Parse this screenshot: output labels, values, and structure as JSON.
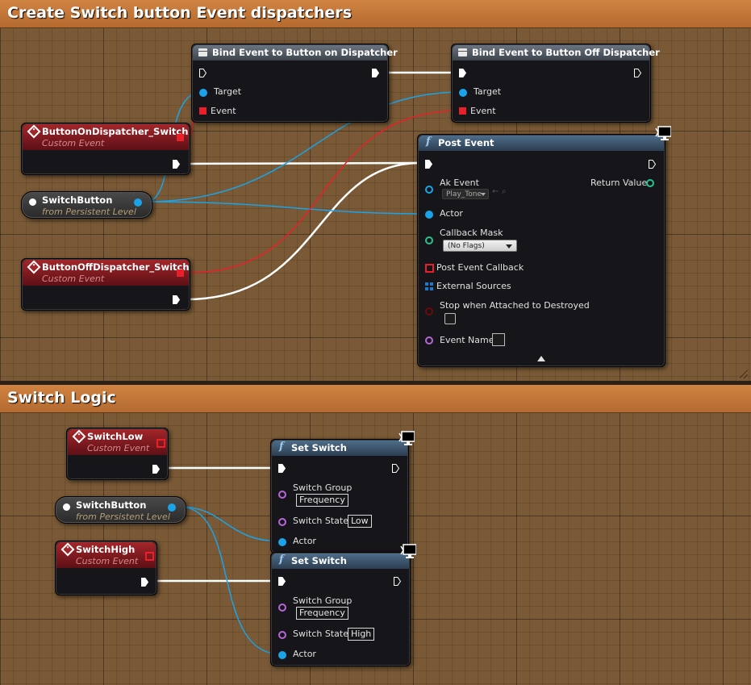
{
  "comments": [
    {
      "title": "Create Switch button Event dispatchers"
    },
    {
      "title": "Switch Logic"
    }
  ],
  "nodes": {
    "bind_on": {
      "title": "Bind Event to Button on Dispatcher",
      "target_label": "Target",
      "event_label": "Event"
    },
    "bind_off": {
      "title": "Bind Event to Button Off Dispatcher",
      "target_label": "Target",
      "event_label": "Event"
    },
    "event_on": {
      "title": "ButtonOnDispatcher_Switch",
      "subtitle": "Custom Event"
    },
    "event_off": {
      "title": "ButtonOffDispatcher_Switch",
      "subtitle": "Custom Event"
    },
    "get_switch_1": {
      "title": "SwitchButton",
      "subtitle": "from Persistent Level"
    },
    "post_event": {
      "title": "Post Event",
      "ak_event_label": "Ak Event",
      "ak_event_value": "Play_Tone",
      "return_value_label": "Return Value",
      "actor_label": "Actor",
      "callback_mask_label": "Callback Mask",
      "callback_mask_value": "(No Flags)",
      "post_event_callback_label": "Post Event Callback",
      "external_sources_label": "External Sources",
      "stop_label": "Stop when Attached to Destroyed",
      "event_name_label": "Event Name"
    },
    "switch_low": {
      "title": "SwitchLow",
      "subtitle": "Custom Event"
    },
    "switch_high": {
      "title": "SwitchHigh",
      "subtitle": "Custom Event"
    },
    "get_switch_2": {
      "title": "SwitchButton",
      "subtitle": "from Persistent Level"
    },
    "set_switch_1": {
      "title": "Set Switch",
      "group_label": "Switch Group",
      "group_value": "Frequency",
      "state_label": "Switch State",
      "state_value": "Low",
      "actor_label": "Actor"
    },
    "set_switch_2": {
      "title": "Set Switch",
      "group_label": "Switch Group",
      "group_value": "Frequency",
      "state_label": "Switch State",
      "state_value": "High",
      "actor_label": "Actor"
    }
  },
  "colors": {
    "exec_wire": "#ffffff",
    "object_wire": "#1aa3e8",
    "delegate_wire": "#e8202a",
    "comment_header": "#c07435",
    "event_header": "#8e1c22",
    "function_header": "#3c5670"
  }
}
